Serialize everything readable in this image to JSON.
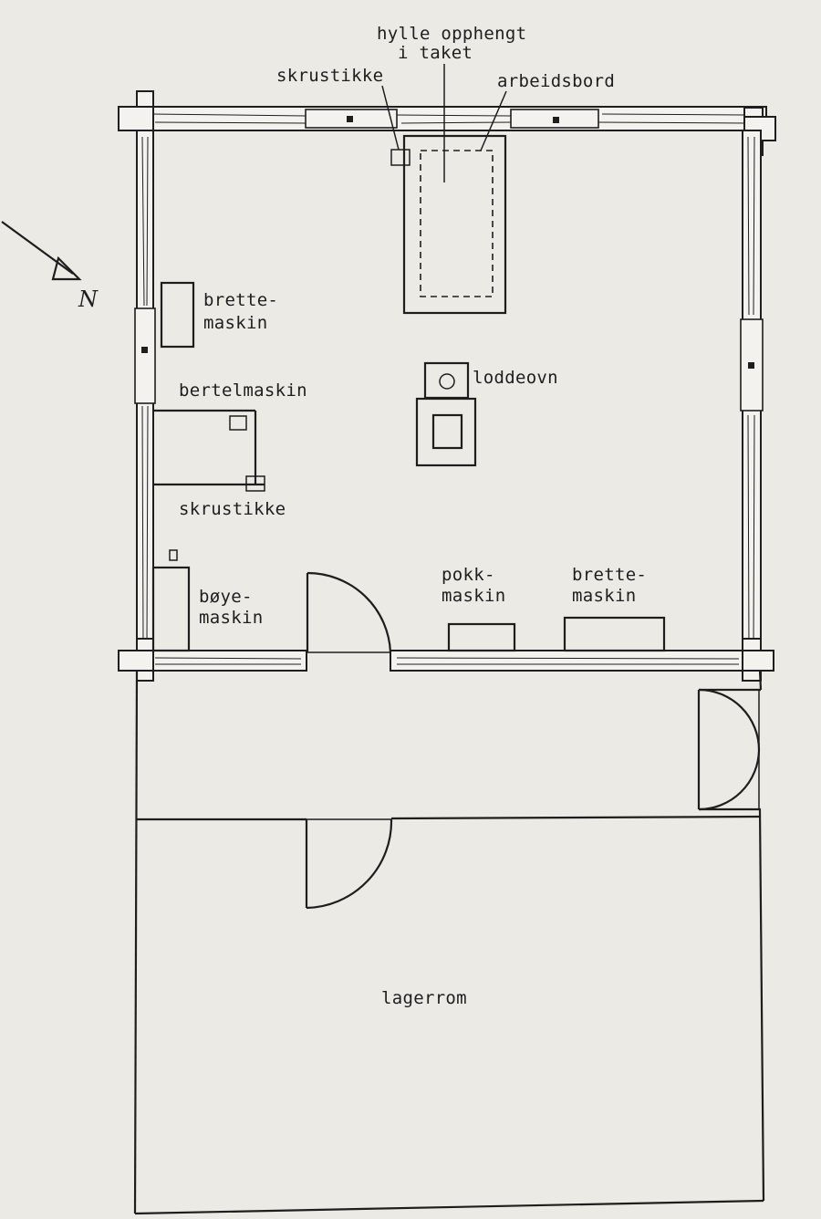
{
  "labels": {
    "hylle_line1": "hylle opphengt",
    "hylle_line2": "i taket",
    "skrustikke_top": "skrustikke",
    "arbeidsbord": "arbeidsbord",
    "brettemaskin_left_1": "brette-",
    "brettemaskin_left_2": "maskin",
    "loddeovn": "loddeovn",
    "bertelmaskin": "bertelmaskin",
    "skrustikke_mid": "skrustikke",
    "boyemaskin_1": "bøye-",
    "boyemaskin_2": "maskin",
    "pokkmaskin_1": "pokk-",
    "pokkmaskin_2": "maskin",
    "brettemaskin_right_1": "brette-",
    "brettemaskin_right_2": "maskin",
    "lagerrom": "lagerrom",
    "north": "N"
  }
}
